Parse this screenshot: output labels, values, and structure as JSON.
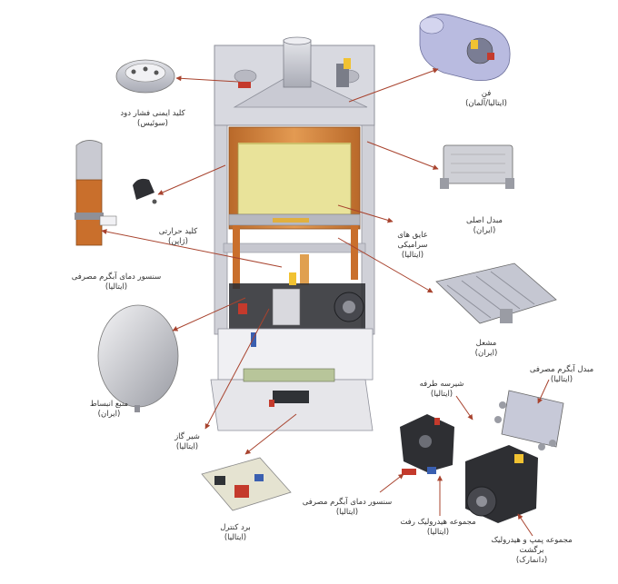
{
  "labels": {
    "smoke_switch": {
      "line1": "کلید ایمنی فشار دود",
      "line2": "(سوئیس)"
    },
    "fan": {
      "line1": "فن",
      "line2": "(ایتالیا/آلمان)"
    },
    "thermal_switch": {
      "line1": "کلید حرارتی",
      "line2": "(ژاپن)"
    },
    "main_exchanger": {
      "line1": "مبدل اصلی",
      "line2": "(ایران)"
    },
    "ceramic_insulation": {
      "line1": "عایق های",
      "line2": "سرامیکی",
      "line3": "(ایتالیا)"
    },
    "dhw_sensor_left": {
      "line1": "سنسور دمای آبگرم مصرفی",
      "line2": "(ایتالیا)"
    },
    "burner": {
      "line1": "مشعل",
      "line2": "(ایران)"
    },
    "dhw_exchanger": {
      "line1": "مبدل آبگرم مصرفی",
      "line2": "(ایتالیا)"
    },
    "three_way_valve": {
      "line1": "شیرسه طرفه",
      "line2": "(ایتالیا)"
    },
    "expansion_tank": {
      "line1": "منبع انبساط",
      "line2": "(ایران)"
    },
    "gas_valve": {
      "line1": "شیر گاز",
      "line2": "(ایتالیا)"
    },
    "dhw_sensor_bottom": {
      "line1": "سنسور دمای آبگرم مصرفی",
      "line2": "(ایتالیا)"
    },
    "hydraulic_supply": {
      "line1": "مجموعه هیدرولیک رفت",
      "line2": "(ایتالیا)"
    },
    "pump_hydraulic_return": {
      "line1": "مجموعه پمپ و هیدرولیک",
      "line2": "برگشت",
      "line3": "(دانمارک)"
    },
    "control_board": {
      "line1": "برد کنترل",
      "line2": "(ایتالیا)"
    }
  },
  "colors": {
    "arrow": "#a8432e",
    "frame": "#c7c8d0",
    "copper": "#d4843a",
    "chamber": "#e9e39a",
    "pipe_orange": "#c96f2c",
    "dark": "#2e2f33",
    "board_green": "#b8c59a",
    "text": "#333333"
  }
}
